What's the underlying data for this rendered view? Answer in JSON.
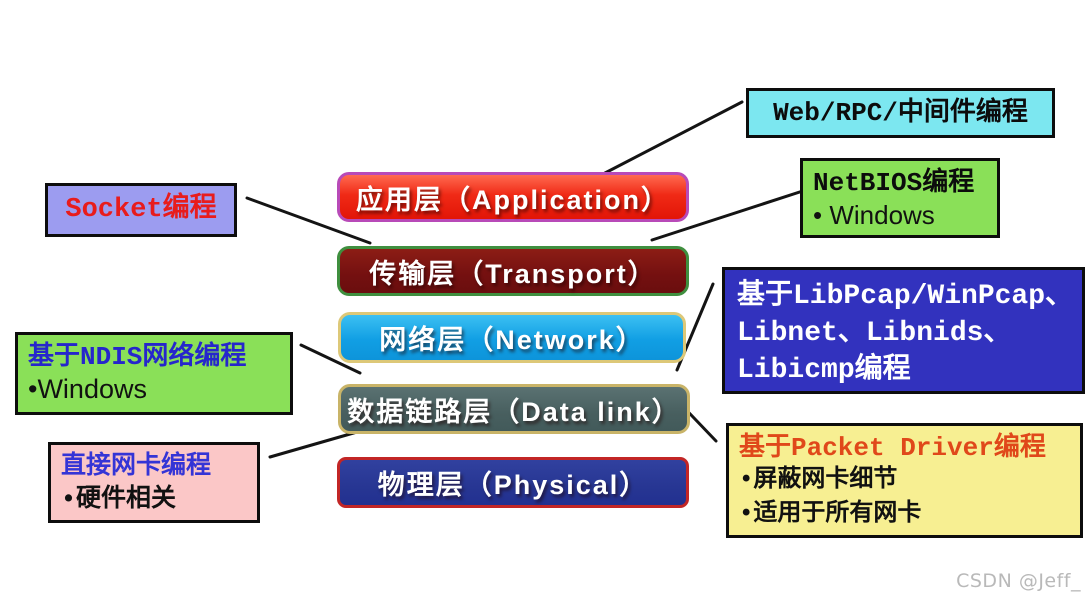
{
  "layers": [
    {
      "id": "application",
      "label": "应用层（Application）"
    },
    {
      "id": "transport",
      "label": "传输层（Transport）"
    },
    {
      "id": "network",
      "label": "网络层（Network）"
    },
    {
      "id": "datalink",
      "label": "数据链路层（Data link）"
    },
    {
      "id": "physical",
      "label": "物理层（Physical）"
    }
  ],
  "annotations": {
    "socket": {
      "title": "Socket编程"
    },
    "ndis": {
      "title": "基于NDIS网络编程",
      "bullets": [
        "•Windows"
      ]
    },
    "nic": {
      "title": "直接网卡编程",
      "bullets": [
        "•硬件相关"
      ]
    },
    "web": {
      "title": "Web/RPC/中间件编程"
    },
    "netbios": {
      "title": "NetBIOS编程",
      "bullets": [
        "•  Windows"
      ]
    },
    "libpcap": {
      "lines": [
        "基于LibPcap/WinPcap、",
        "Libnet、Libnids、",
        "Libicmp编程"
      ]
    },
    "packet": {
      "title": "基于Packet Driver编程",
      "bullets": [
        "•屏蔽网卡细节",
        "•适用于所有网卡"
      ]
    }
  },
  "colors": {
    "application_fill": "#f02a16",
    "application_border": "#b84ab8",
    "transport_fill": "#741010",
    "transport_border": "#3f8f3f",
    "network_fill": "#119fe4",
    "network_border": "#ddc878",
    "datalink_fill": "#485f5f",
    "datalink_border": "#c9b468",
    "physical_fill": "#273693",
    "physical_border": "#c22626",
    "socket_fill": "#9c9cf0",
    "socket_text": "#e81c1c",
    "ndis_fill": "#8ae058",
    "nic_fill": "#fbc7c7",
    "web_fill": "#7ce7f0",
    "netbios_fill": "#8ae058",
    "libpcap_fill": "#3232be",
    "packet_fill": "#f7ef92",
    "packet_title_text": "#e0481a",
    "connector": "#141414"
  },
  "watermark": "CSDN @Jeff_"
}
